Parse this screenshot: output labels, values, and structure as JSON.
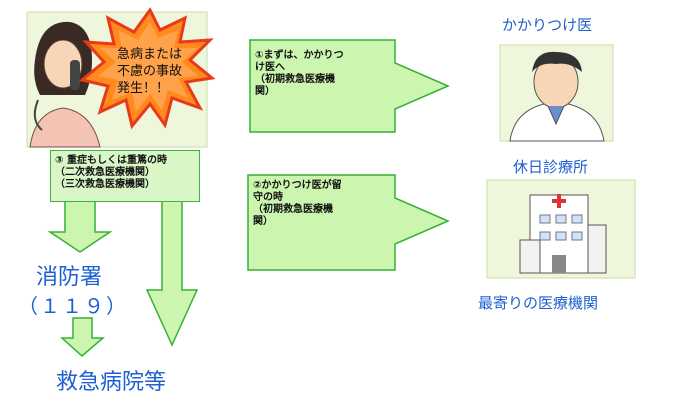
{
  "alert": {
    "text": "急病または\n不慮の事故\n発生！！"
  },
  "box1": {
    "text": "①まずは、かかりつ\nけ医へ\n（初期救急医療機\n関）"
  },
  "box2": {
    "text": "②かかりつけ医が留\n守の時\n（初期救急医療機\n関）"
  },
  "box3": {
    "text": "③ 重症もしくは重篤の時\n（二次救急医療機関）\n（三次救急医療機関）"
  },
  "right": {
    "doctor_title": "かかりつけ医",
    "holiday_title": "休日診療所",
    "nearest_label": "最寄りの医療機関"
  },
  "left": {
    "fire_station": "消防署",
    "number": "（１１９）",
    "hospital": "救急病院等"
  },
  "colors": {
    "arrow_fill": "#ccf5b0",
    "arrow_stroke": "#33b233",
    "title_blue": "#1e5fd1",
    "alert_red": "#e83a1a",
    "alert_orange": "#ff8a1e"
  }
}
